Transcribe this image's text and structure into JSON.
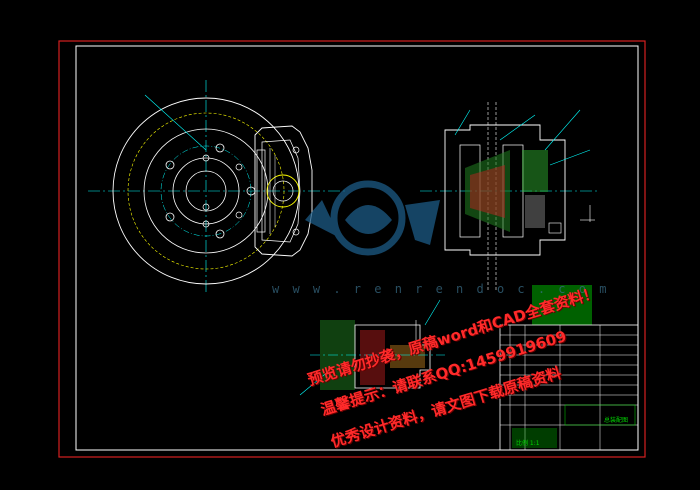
{
  "drawing": {
    "background_color": "#000000",
    "frame_color": "#d42020",
    "line_colors": {
      "outline": "#ffffff",
      "center": "#00ffff",
      "hidden": "#ffff00",
      "hatch_green": "#00ff00",
      "hatch_red": "#ff3030",
      "dim": "#ffffff"
    }
  },
  "watermark": {
    "url": "w w w . r e n r e n d o c . c o m",
    "line1": "预览请勿抄袭，原稿word和CAD全套资料！",
    "line2": "温馨提示：请联系QQ:1459919609",
    "line3": "优秀设计资料，请文图下载原稿资料",
    "logo_color": "#1d5b86"
  },
  "title_block": {
    "drawing_title": "总装配图",
    "scale": "比例 1:1"
  }
}
